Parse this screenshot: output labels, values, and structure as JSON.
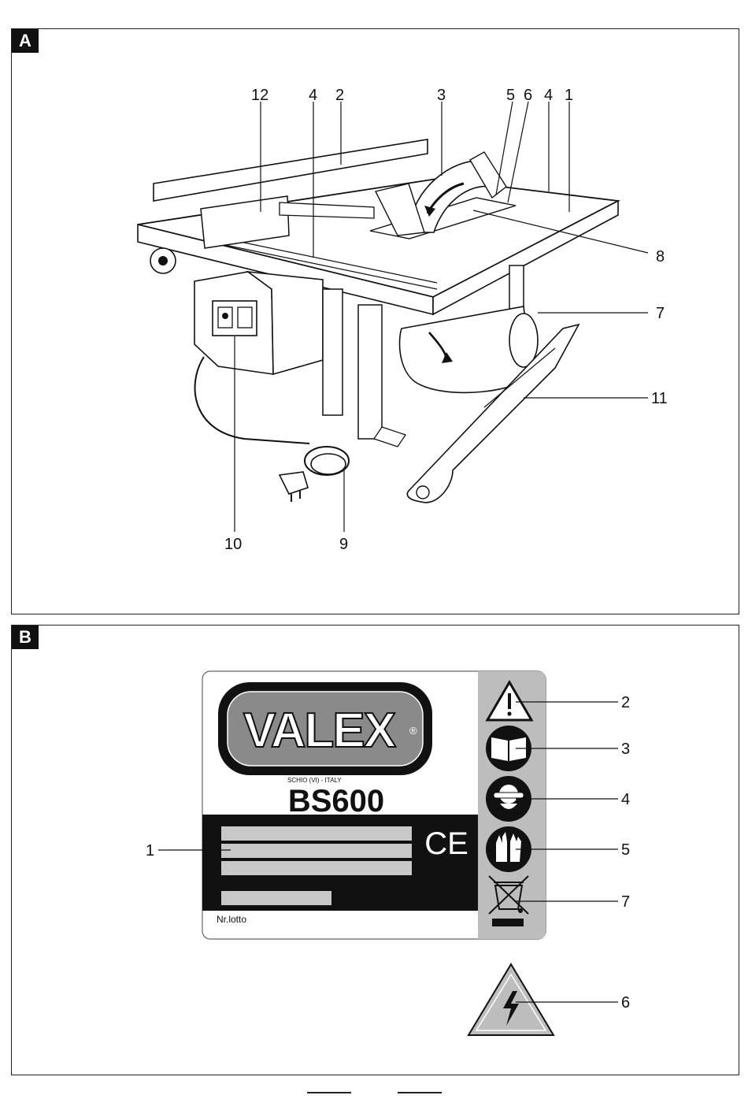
{
  "panel_a": {
    "tag": "A",
    "callouts": [
      "12",
      "4",
      "2",
      "3",
      "5",
      "6",
      "4",
      "1",
      "8",
      "7",
      "11",
      "10",
      "9"
    ]
  },
  "panel_b": {
    "tag": "B",
    "label": {
      "brand": "VALEX",
      "registered": "®",
      "origin": "SCHIO (VI) - ITALY",
      "model": "BS600",
      "ce_mark": "CE",
      "lot_label": "Nr.lotto"
    },
    "callouts": [
      "2",
      "3",
      "4",
      "5",
      "7",
      "1",
      "6"
    ]
  },
  "colors": {
    "line": "#111111",
    "label_grey": "#bdbdbd",
    "logo_grey": "#8a8a8a",
    "field_grey": "#c8c8c8"
  }
}
